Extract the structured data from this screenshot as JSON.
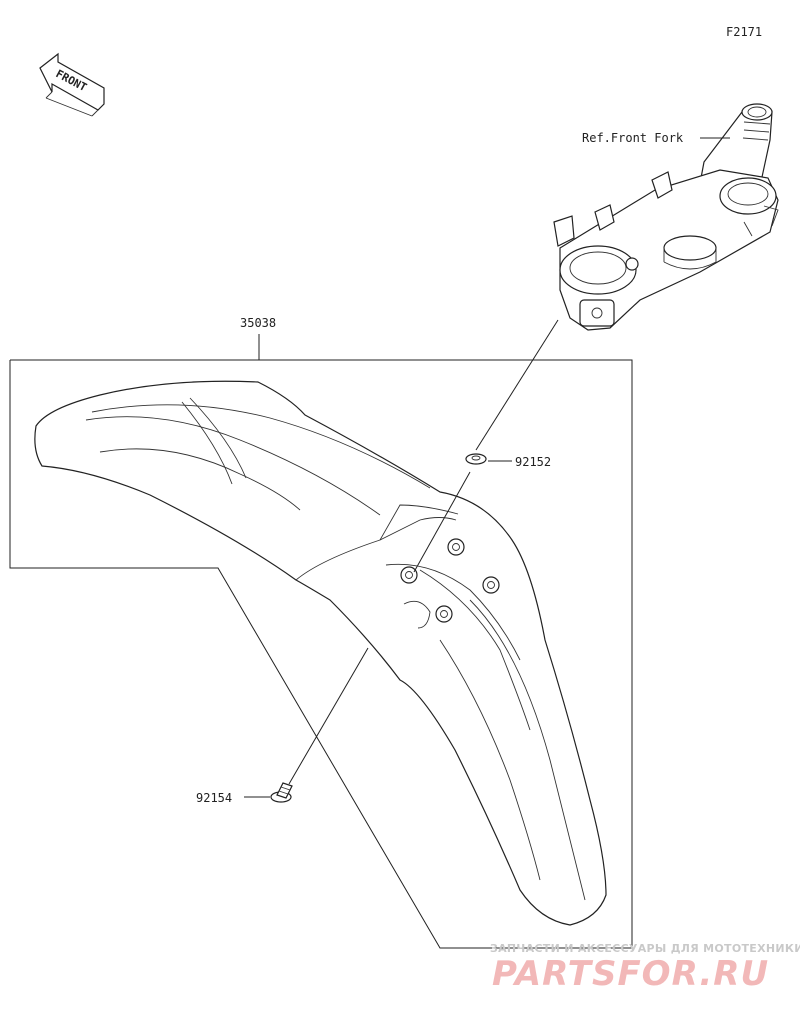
{
  "diagram_code": "F2171",
  "front_marker": "FRONT",
  "ref_label": "Ref.Front Fork",
  "parts": {
    "fender": "35038",
    "washer": "92152",
    "bolt": "92154"
  },
  "watermark": {
    "tagline": "ЗАПЧАСТИ И АКСЕССУАРЫ ДЛЯ МОТОТЕХНИКИ",
    "brand": "PARTSFOR.RU"
  }
}
